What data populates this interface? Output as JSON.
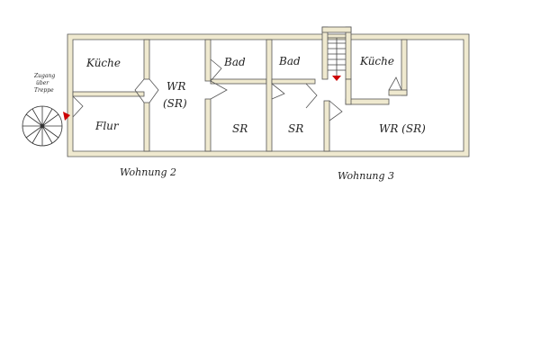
{
  "rooms": {
    "kueche_2": "Küche",
    "flur": "Flur",
    "wr_2_line1": "WR",
    "wr_2_line2": "(SR)",
    "bad_2": "Bad",
    "sr_2": "SR",
    "bad_3": "Bad",
    "sr_3": "SR",
    "kueche_3": "Küche",
    "wr_3": "WR (SR)"
  },
  "captions": {
    "wohnung_2": "Wohnung 2",
    "wohnung_3": "Wohnung 3"
  },
  "access_note": {
    "line1": "Zugang",
    "line2": "über",
    "line3": "Treppe"
  },
  "colors": {
    "wall_fill": "#efe9cf",
    "wall_stroke": "#555555",
    "floor": "#ffffff",
    "arrow": "#cc0000"
  }
}
